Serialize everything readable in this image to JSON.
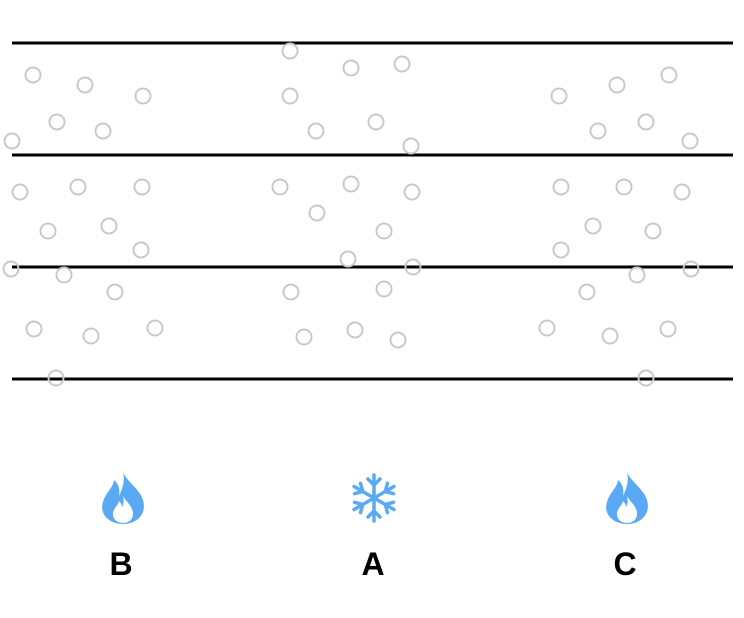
{
  "colors": {
    "lines": "#000000",
    "particles": "#c9c9c9",
    "icons": "#5aa9f5",
    "labels": "#000000"
  },
  "columns": [
    {
      "label": "B",
      "icon": "flame-icon"
    },
    {
      "label": "A",
      "icon": "snowflake-icon"
    },
    {
      "label": "C",
      "icon": "flame-icon"
    }
  ]
}
